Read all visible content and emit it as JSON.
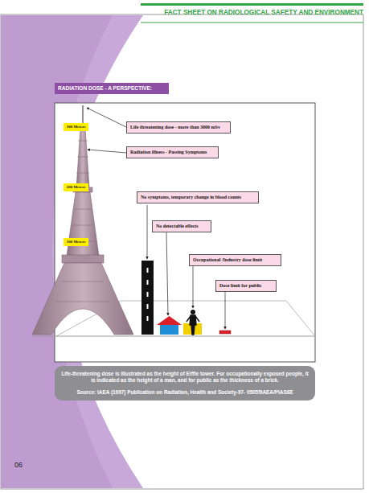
{
  "diagram": {
    "title": "RADIATION DOSE - A PERSPECTIVE:",
    "nodes": [
      {
        "text": [
          "300 Meters"
        ]
      },
      {
        "text": [
          "Life threatening dose -  more than 3000 mSv"
        ]
      },
      {
        "text": [
          "Radiation illness - Passing Symptoms"
        ]
      },
      {
        "text": [
          "200 Meters"
        ]
      },
      {
        "text": [
          "No symptoms, temporary change in blood counts"
        ]
      },
      {
        "text": [
          "100 Meters"
        ]
      },
      {
        "text": [
          "No detectable effects"
        ]
      },
      {
        "text": [
          "Occupational /Industry dose limit"
        ]
      },
      {
        "text": [
          "Dose limit for public"
        ]
      },
      {
        "text": [
          "Life-threatening dose is illustrated as the height of Eiffle tower. For occupationally exposed people, it is indicated as the height of a man, and for public as the thickness of a brick.",
          "Source: IAEA (1997) Publication on Radiation, Health and Society-97- 05055IAEA/PIAS6E"
        ]
      }
    ],
    "labels": [
      "FACT SHEET ON RADIOLOGICAL SAFETY AND ENVIRONMENT",
      "06"
    ]
  }
}
